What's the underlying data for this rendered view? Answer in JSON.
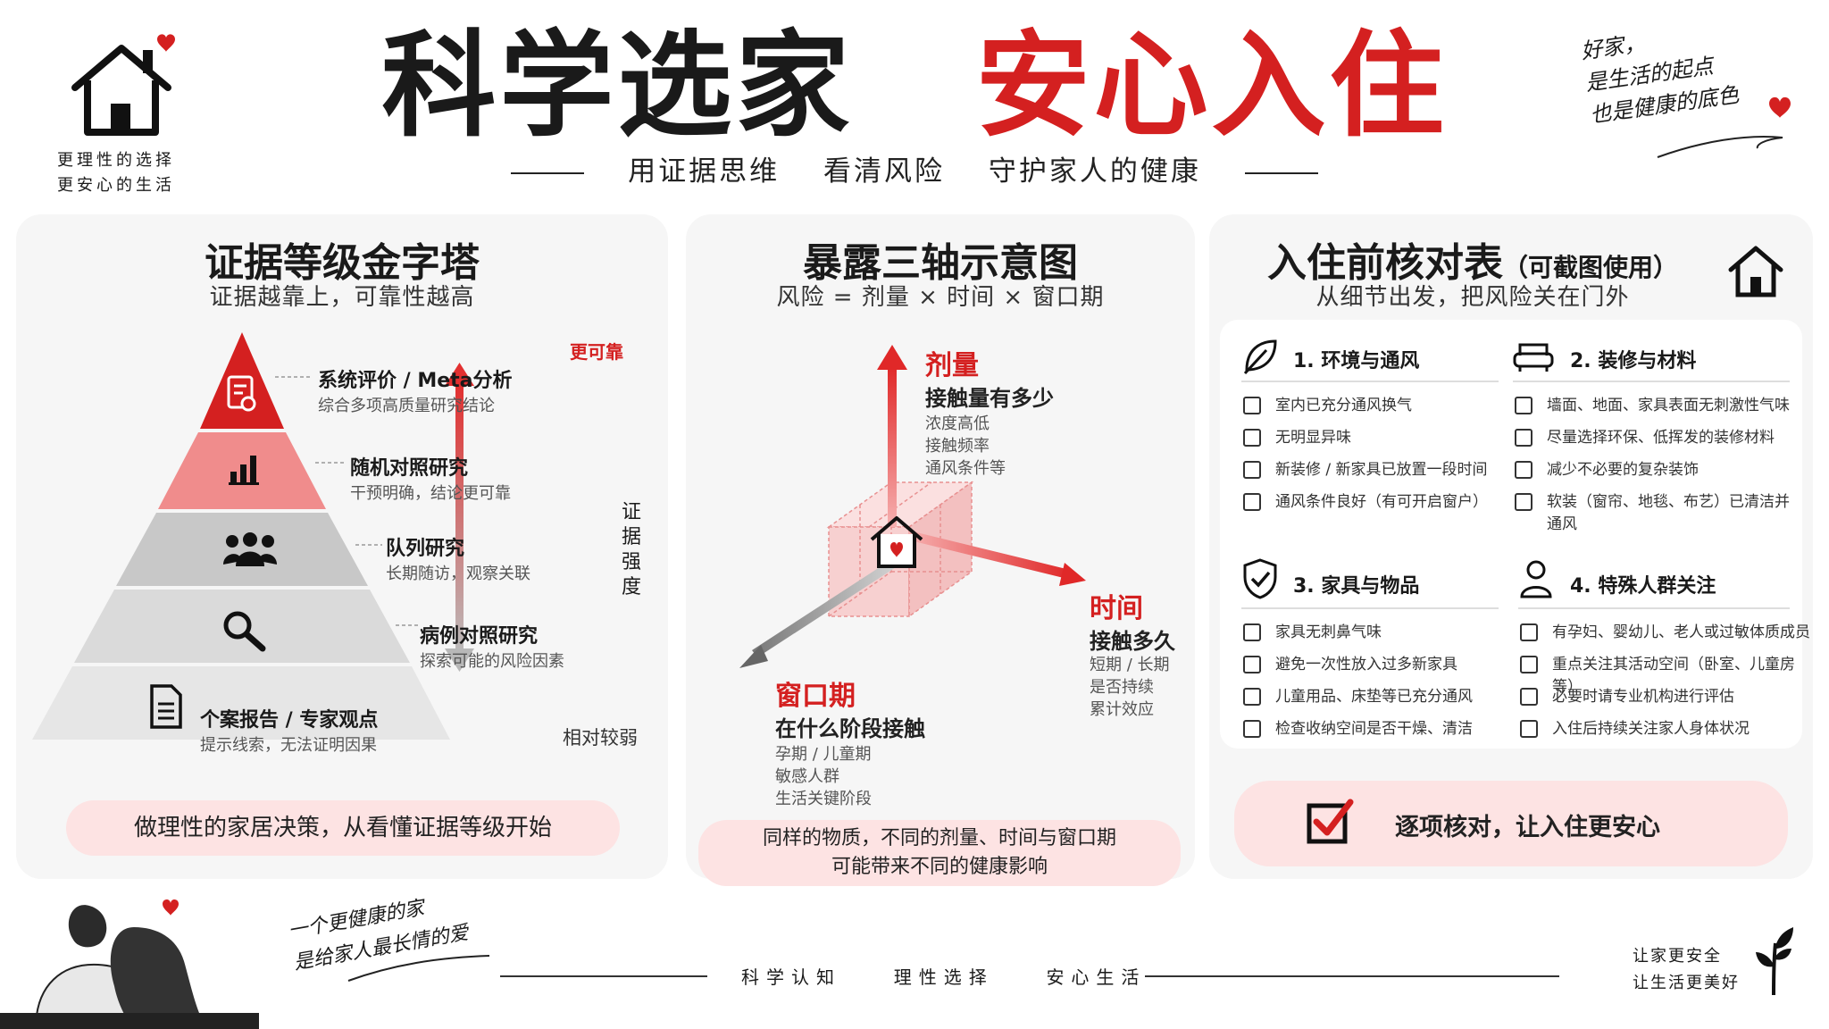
{
  "header": {
    "title_black": "科学选家",
    "title_red": "安心入住",
    "subtitle_parts": [
      "用证据思维",
      "看清风险",
      "守护家人的健康"
    ],
    "logo_caption": [
      "更理性的选择",
      "更安心的生活"
    ],
    "note": [
      "好家，",
      "是生活的起点",
      "也是健康的底色"
    ]
  },
  "pyramid": {
    "title": "证据等级金字塔",
    "subtitle": "证据越靠上，可靠性越高",
    "levels": [
      {
        "title": "系统评价 / Meta分析",
        "desc": "综合多项高质量研究结论",
        "icon": "document-seal-icon"
      },
      {
        "title": "随机对照研究",
        "desc": "干预明确，结论更可靠",
        "icon": "bar-chart-icon"
      },
      {
        "title": "队列研究",
        "desc": "长期随访，观察关联",
        "icon": "people-icon"
      },
      {
        "title": "病例对照研究",
        "desc": "探索可能的风险因素",
        "icon": "magnifier-icon"
      },
      {
        "title": "个案报告 / 专家观点",
        "desc": "提示线索，无法证明因果",
        "icon": "document-icon"
      }
    ],
    "arrow_top": "更可靠",
    "arrow_label": "证据强度",
    "arrow_bottom": "相对较弱",
    "footer": "做理性的家居决策，从看懂证据等级开始"
  },
  "exposure": {
    "title": "暴露三轴示意图",
    "subtitle": "风险 = 剂量 × 时间 × 窗口期",
    "dose": {
      "title": "剂量",
      "question": "接触量有多少",
      "details": [
        "浓度高低",
        "接触频率",
        "通风条件等"
      ]
    },
    "time": {
      "title": "时间",
      "question": "接触多久",
      "details": [
        "短期 / 长期",
        "是否持续",
        "累计效应"
      ]
    },
    "window": {
      "title": "窗口期",
      "question": "在什么阶段接触",
      "details": [
        "孕期 / 儿童期",
        "敏感人群",
        "生活关键阶段"
      ]
    },
    "footer": [
      "同样的物质，不同的剂量、时间与窗口期",
      "可能带来不同的健康影响"
    ]
  },
  "checklist": {
    "title": "入住前核对表",
    "title_note": "（可截图使用）",
    "subtitle": "从细节出发，把风险关在门外",
    "sections": [
      {
        "heading": "1. 环境与通风",
        "icon": "leaf-icon",
        "items": [
          "室内已充分通风换气",
          "无明显异味",
          "新装修 / 新家具已放置一段时间",
          "通风条件良好（有可开启窗户）"
        ]
      },
      {
        "heading": "2. 装修与材料",
        "icon": "sofa-icon",
        "items": [
          "墙面、地面、家具表面无刺激性气味",
          "尽量选择环保、低挥发的装修材料",
          "减少不必要的复杂装饰",
          "软装（窗帘、地毯、布艺）已清洁并通风"
        ]
      },
      {
        "heading": "3. 家具与物品",
        "icon": "shield-check-icon",
        "items": [
          "家具无刺鼻气味",
          "避免一次性放入过多新家具",
          "儿童用品、床垫等已充分通风",
          "检查收纳空间是否干燥、清洁"
        ]
      },
      {
        "heading": "4. 特殊人群关注",
        "icon": "person-icon",
        "items": [
          "有孕妇、婴幼儿、老人或过敏体质成员",
          "重点关注其活动空间（卧室、儿童房等）",
          "必要时请专业机构进行评估",
          "入住后持续关注家人身体状况"
        ]
      }
    ],
    "footer": "逐项核对，让入住更安心"
  },
  "footer": {
    "quote": [
      "一个更健康的家",
      "是给家人最长情的爱"
    ],
    "motto": [
      "科学认知",
      "理性选择",
      "安心生活"
    ],
    "right": [
      "让家更安全",
      "让生活更美好"
    ]
  },
  "colors": {
    "accent": "#d42020",
    "pink": "#fde3e3",
    "panel": "#f6f6f6"
  }
}
